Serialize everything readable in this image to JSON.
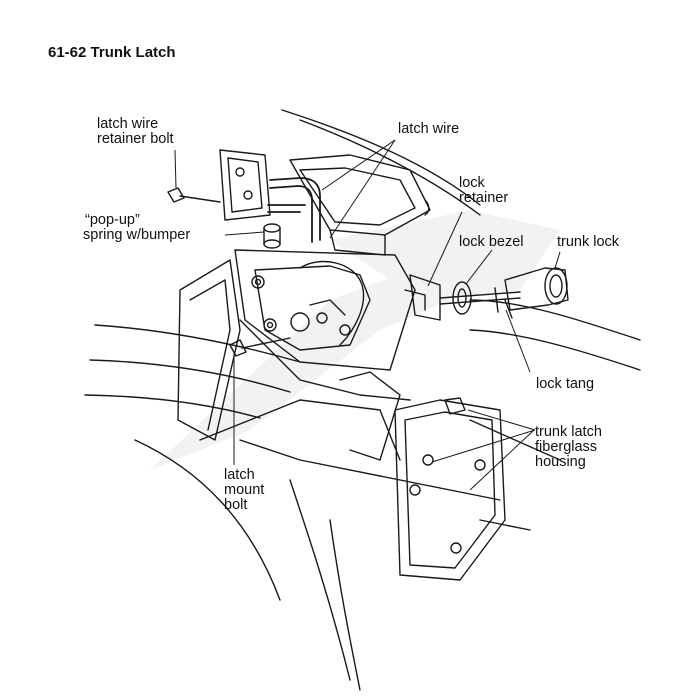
{
  "title": "61-62 Trunk Latch",
  "labels": {
    "latch_wire_retainer_bolt": [
      "latch wire",
      "retainer bolt"
    ],
    "latch_wire": [
      "latch wire"
    ],
    "lock_retainer": [
      "lock",
      "retainer"
    ],
    "pop_up_spring": [
      "“pop-up”",
      "spring w/bumper"
    ],
    "lock_bezel": [
      "lock bezel"
    ],
    "trunk_lock": [
      "trunk lock"
    ],
    "lock_tang": [
      "lock tang"
    ],
    "trunk_latch_housing": [
      "trunk latch",
      "fiberglass",
      "housing"
    ],
    "latch_mount_bolt": [
      "latch",
      "mount",
      "bolt"
    ]
  },
  "colors": {
    "line": "#1a1a1a",
    "watermark": "#f1f2f4"
  }
}
